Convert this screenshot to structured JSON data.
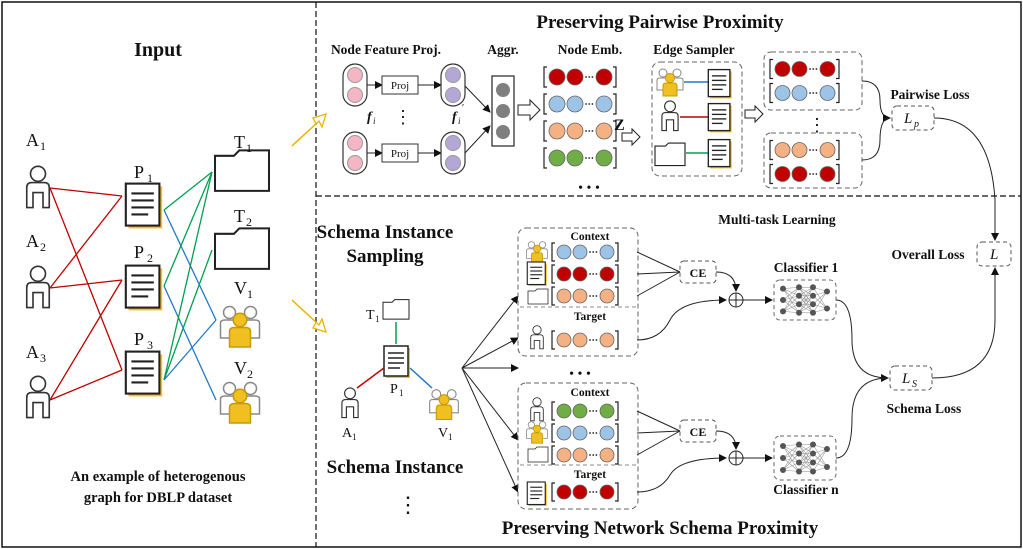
{
  "input": {
    "title": "Input",
    "caption_line1": "An example of heterogenous",
    "caption_line2": "graph for DBLP dataset",
    "authors": [
      {
        "base": "A",
        "sub": "1"
      },
      {
        "base": "A",
        "sub": "2"
      },
      {
        "base": "A",
        "sub": "3"
      }
    ],
    "papers": [
      {
        "base": "P",
        "sub": "1"
      },
      {
        "base": "P",
        "sub": "2"
      },
      {
        "base": "P",
        "sub": "3"
      }
    ],
    "terms": [
      {
        "base": "T",
        "sub": "1"
      },
      {
        "base": "T",
        "sub": "2"
      }
    ],
    "venues": [
      {
        "base": "V",
        "sub": "1"
      },
      {
        "base": "V",
        "sub": "2"
      }
    ]
  },
  "pairwise": {
    "title": "Preserving Pairwise Proximity",
    "node_feature_label": "Node Feature Proj.",
    "aggr_label": "Aggr.",
    "node_emb_label": "Node Emb.",
    "edge_sampler_label": "Edge Sampler",
    "proj_label": "Proj",
    "fi": "f",
    "fi_sub": "i",
    "fi_prime": "f",
    "fi_prime_sub": "i",
    "fi_prime_mark": "′",
    "z_label": "Z",
    "pairwise_loss_label": "Pairwise Loss",
    "lp_base": "L",
    "lp_sub": "p",
    "vdots": "⋮",
    "dots": "• • •"
  },
  "schema": {
    "title": "Preserving Network Schema Proximity",
    "sampling_line1": "Schema Instance",
    "sampling_line2": "Sampling",
    "instance_label": "Schema Instance",
    "multitask_label": "Multi-task Learning",
    "overall_loss_label": "Overall  Loss",
    "l_label": "L",
    "ls_base": "L",
    "ls_sub": "S",
    "schema_loss_label": "Schema Loss",
    "context_label": "Context",
    "target_label": "Target",
    "ce_label": "CE",
    "classifier_1": "Classifier 1",
    "classifier_n": "Classifier n",
    "t1": {
      "base": "T",
      "sub": "1"
    },
    "p1": {
      "base": "P",
      "sub": "1"
    },
    "a1": {
      "base": "A",
      "sub": "1"
    },
    "v1": {
      "base": "V",
      "sub": "1"
    },
    "vdots": "⋮",
    "dots": "• • •"
  },
  "colors": {
    "red": "#c00000",
    "blue": "#9dc3e6",
    "orange": "#f4b183",
    "green": "#70ad47",
    "pink": "#f4b6c2",
    "purple": "#b4a7d6",
    "gray": "#7f7f7f",
    "edge_red": "#c00000",
    "edge_green": "#00a050",
    "edge_blue": "#1f78c8",
    "gold": "#f0c020"
  }
}
